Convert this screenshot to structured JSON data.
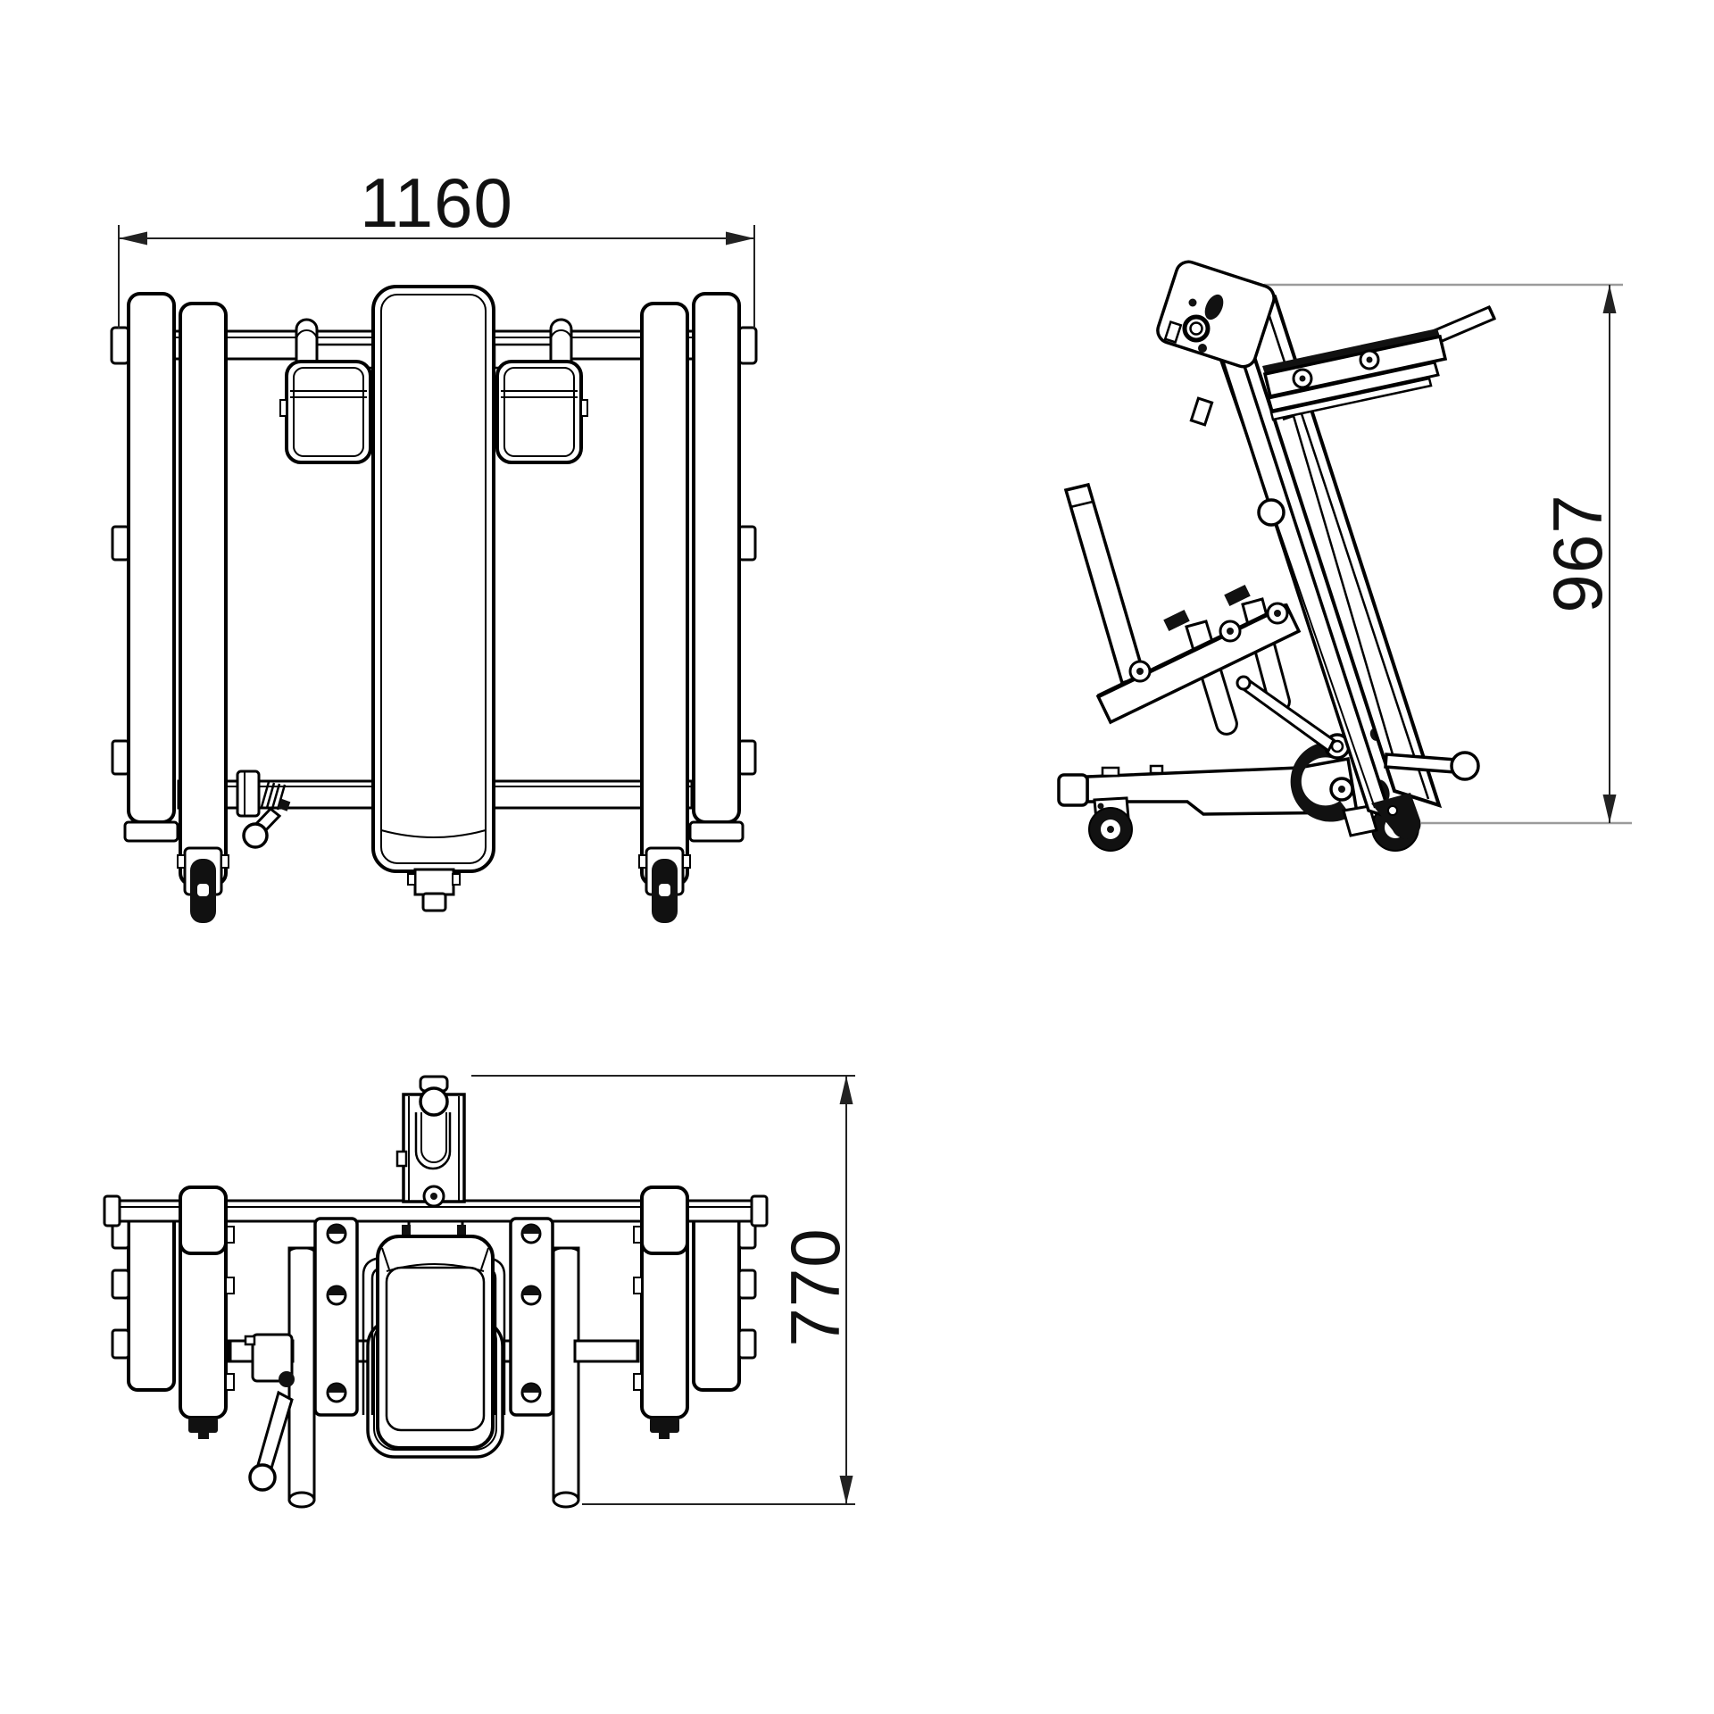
{
  "document": {
    "type": "technical-drawing",
    "subject": "Three-view orthographic CAD drawing of a plate-loaded gym machine with roller pads, casters and lever handles",
    "background_color": "#ffffff",
    "line_color": "#000000",
    "dimension_line_color": "#222222",
    "reference_line_color": "#9b9b9b"
  },
  "views": {
    "top": {
      "name": "top view",
      "dim_label": "1160",
      "dim_axis": "horizontal"
    },
    "side": {
      "name": "side view",
      "dim_label": "967",
      "dim_axis": "vertical"
    },
    "front": {
      "name": "front view",
      "dim_label": "770",
      "dim_axis": "vertical"
    }
  },
  "dimensions_mm": {
    "width": "1160",
    "height": "967",
    "depth": "770"
  }
}
